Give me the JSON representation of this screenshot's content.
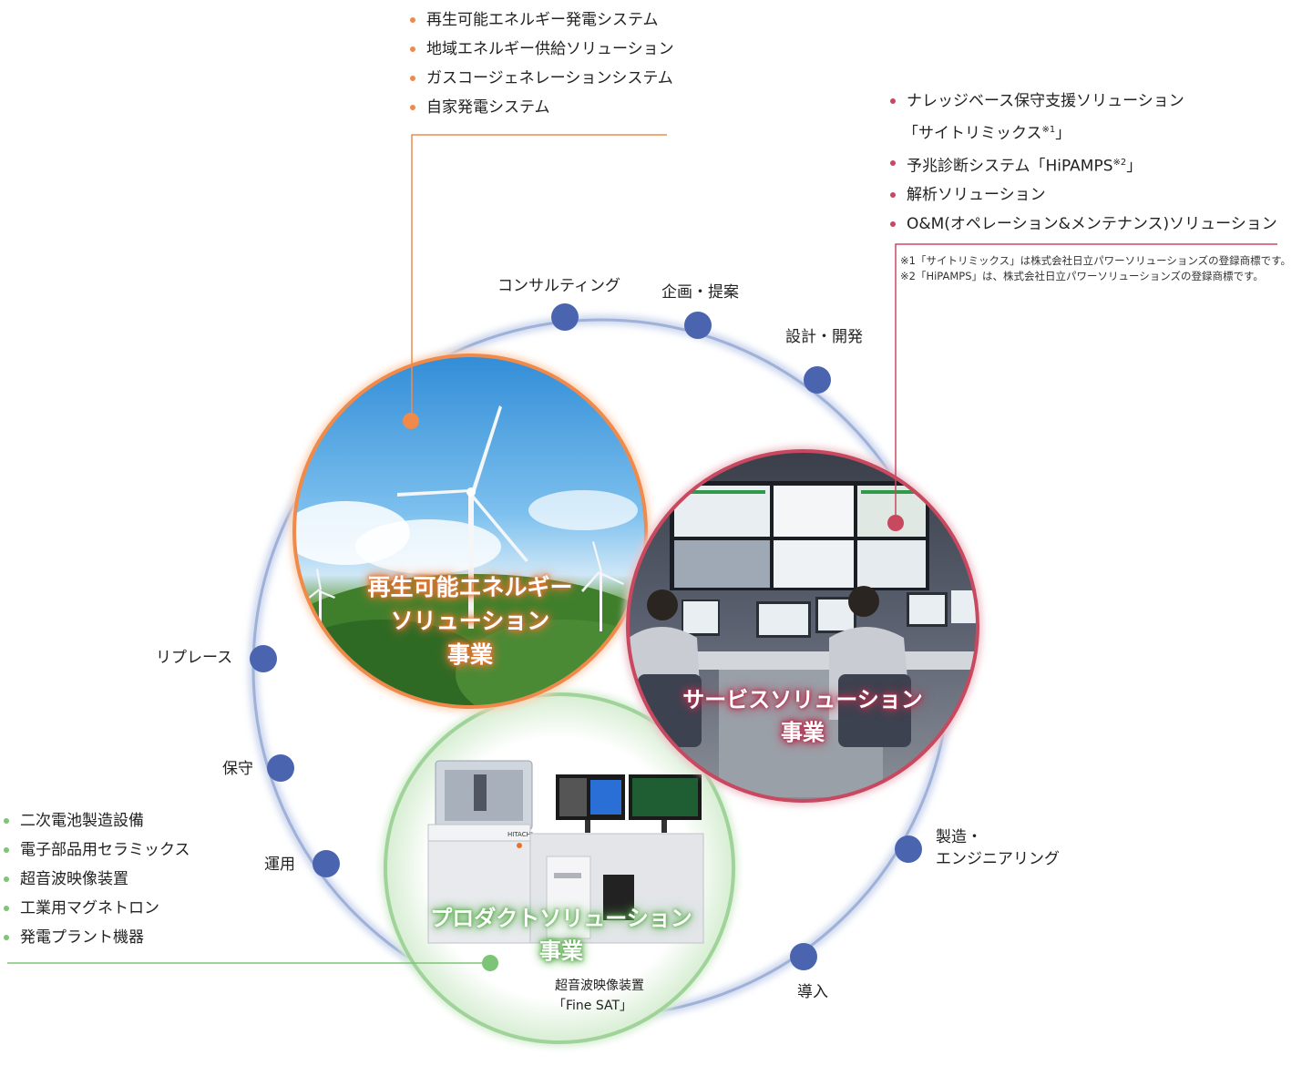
{
  "colors": {
    "ring": "#9fb1d8",
    "stage_dot": "#4a64b0",
    "orange": "#f08a4b",
    "red": "#c8485f",
    "green": "#7cc576"
  },
  "renewable": {
    "items": [
      "再生可能エネルギー発電システム",
      "地域エネルギー供給ソリューション",
      "ガスコージェネレーションシステム",
      "自家発電システム"
    ],
    "title_line1": "再生可能エネルギー",
    "title_line2": "ソリューション",
    "title_line3": "事業"
  },
  "service": {
    "item1": "ナレッジベース保守支援ソリューション",
    "item1_cont": "「サイトリミックス",
    "item1_sup": "※1",
    "item1_end": "」",
    "item2": "予兆診断システム「HiPAMPS",
    "item2_sup": "※2",
    "item2_end": "」",
    "item3": "解析ソリューション",
    "item4": "O&M(オペレーション&メンテナンス)ソリューション",
    "note1": "※1「サイトリミックス」は株式会社日立パワーソリューションズの登録商標です。",
    "note2": "※2「HiPAMPS」は、株式会社日立パワーソリューションズの登録商標です。",
    "title_line1": "サービスソリューション",
    "title_line2": "事業"
  },
  "product": {
    "items": [
      "二次電池製造設備",
      "電子部品用セラミックス",
      "超音波映像装置",
      "工業用マグネトロン",
      "発電プラント機器"
    ],
    "title_line1": "プロダクトソリューション",
    "title_line2": "事業",
    "caption_line1": "超音波映像装置",
    "caption_line2": "「Fine SAT」",
    "machine_brand": "HITACHI"
  },
  "lifecycle": {
    "consulting": "コンサルティング",
    "planning": "企画・提案",
    "design": "設計・開発",
    "manufacturing_line1": "製造・",
    "manufacturing_line2": "エンジニアリング",
    "installation": "導入",
    "operation": "運用",
    "maintenance": "保守",
    "replace": "リプレース"
  }
}
